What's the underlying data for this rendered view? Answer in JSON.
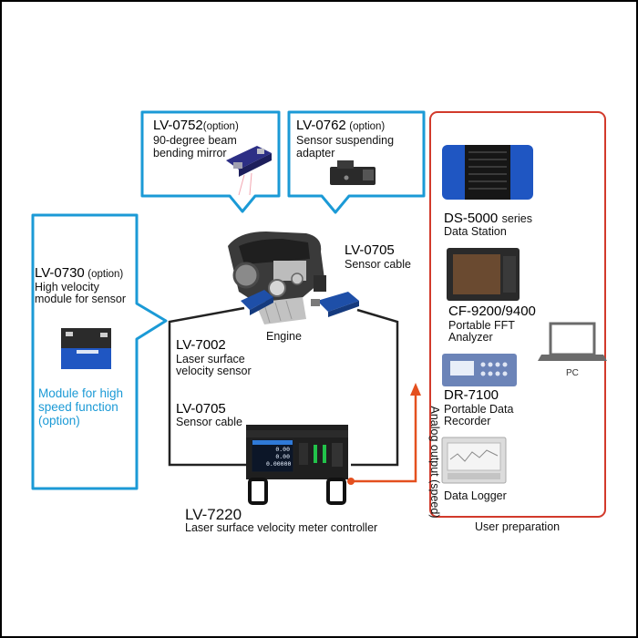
{
  "option_0752": {
    "model": "LV-0752",
    "suffix": "(option)",
    "desc": [
      "90-degree beam",
      "bending mirror"
    ]
  },
  "option_0762": {
    "model": "LV-0762",
    "suffix": "(option)",
    "desc": [
      "Sensor suspending",
      "adapter"
    ]
  },
  "option_0730": {
    "model": "LV-0730",
    "suffix": "(option)",
    "desc": [
      "High velocity",
      "module for sensor"
    ],
    "module_text": [
      "Module for high",
      "speed function",
      "(option)"
    ]
  },
  "engine": {
    "label": "Engine"
  },
  "cable_top": {
    "model": "LV-0705",
    "desc": "Sensor cable"
  },
  "cable_bottom": {
    "model": "LV-0705",
    "desc": "Sensor cable"
  },
  "sensor": {
    "model": "LV-7002",
    "desc": [
      "Laser surface",
      "velocity sensor"
    ]
  },
  "controller": {
    "model": "LV-7220",
    "desc": "Laser surface velocity meter controller",
    "display": [
      "0.00",
      "0.00",
      "0.00000"
    ]
  },
  "analog_output": "Analog output (speed)",
  "user_prep": {
    "caption": "User preparation",
    "ds5000": {
      "model": "DS-5000",
      "suffix": "series",
      "desc": "Data Station"
    },
    "cf9200": {
      "model": "CF-9200/9400",
      "desc": [
        "Portable FFT",
        "Analyzer"
      ]
    },
    "pc": {
      "label": "PC"
    },
    "dr7100": {
      "model": "DR-7100",
      "desc": [
        "Portable Data",
        "Recorder"
      ]
    },
    "logger": {
      "label": "Data Logger"
    }
  },
  "colors": {
    "callout_blue": "#1b9ad6",
    "user_red": "#d23a2b",
    "output_orange": "#e4501f"
  }
}
